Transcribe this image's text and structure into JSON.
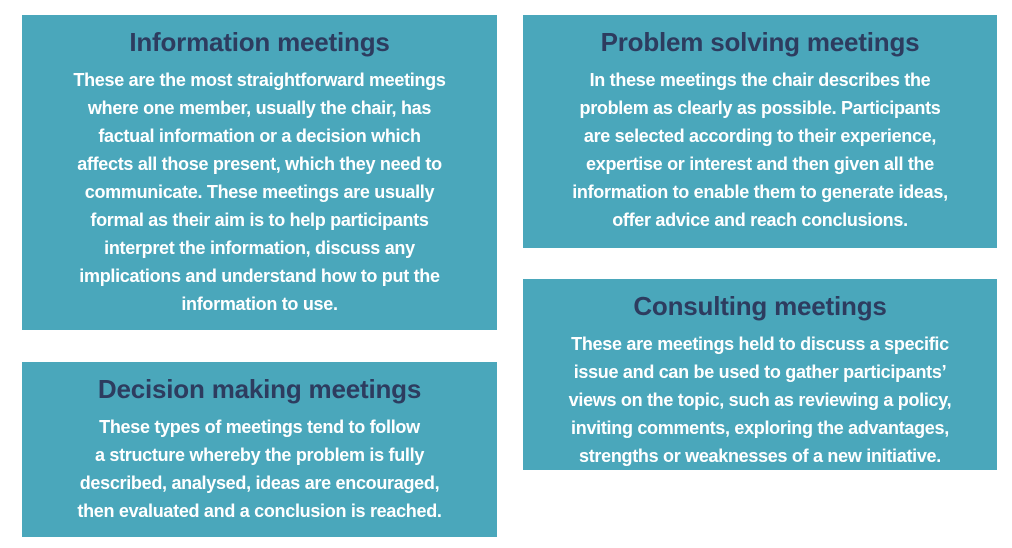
{
  "colors": {
    "card_background": "#4aa7bb",
    "title_color": "#2d3c5f",
    "body_color": "#ffffff",
    "page_background": "#ffffff"
  },
  "cards": [
    {
      "title": "Information meetings",
      "body_lines": [
        "These are the most straightforward meetings",
        "where one member, usually the chair, has",
        "factual information or a decision which",
        "affects all those present, which they need to",
        "communicate. These meetings are usually",
        "formal as their aim is to help participants",
        "interpret the information, discuss any",
        "implications and understand how to put the",
        "information to use."
      ]
    },
    {
      "title": "Problem solving meetings",
      "body_lines": [
        "In these meetings the chair describes the",
        "problem as clearly as possible. Participants",
        "are selected according to their experience,",
        "expertise or interest and then given all the",
        "information to enable them to generate ideas,",
        "offer advice and reach conclusions."
      ]
    },
    {
      "title": "Decision making meetings",
      "body_lines": [
        "These types of meetings tend to follow",
        "a structure whereby the problem is fully",
        "described, analysed, ideas are encouraged,",
        "then evaluated and a conclusion is reached."
      ]
    },
    {
      "title": "Consulting meetings",
      "body_lines": [
        "These are meetings held to discuss a specific",
        "issue and can be used to gather participants’",
        "views on the topic, such as reviewing a policy,",
        "inviting comments, exploring the advantages,",
        "strengths or weaknesses of a new initiative."
      ]
    }
  ]
}
